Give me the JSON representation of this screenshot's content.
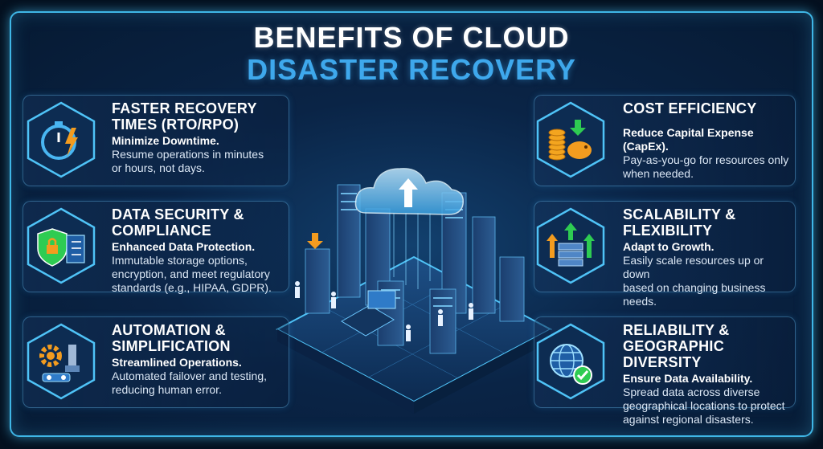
{
  "title": {
    "line1": "BENEFITS OF CLOUD",
    "line2": "DISASTER RECOVERY"
  },
  "colors": {
    "accent": "#3ea8ec",
    "border": "#3fb6e6",
    "background": "#061a33",
    "icon_orange": "#f39c1f",
    "icon_green": "#2ecc52"
  },
  "cards": [
    {
      "heading": [
        "FASTER RECOVERY",
        "TIMES (RTO/RPO)"
      ],
      "bold": "Minimize Downtime.",
      "desc": [
        "Resume operations in minutes",
        "or hours, not days."
      ],
      "icon": "stopwatch-lightning-icon"
    },
    {
      "heading": [
        "DATA SECURITY &",
        "COMPLIANCE"
      ],
      "bold": "Enhanced Data Protection.",
      "desc": [
        "Immutable storage options,",
        "encryption, and meet regulatory",
        "standards (e.g., HIPAA, GDPR)."
      ],
      "icon": "shield-lock-checklist-icon"
    },
    {
      "heading": [
        "AUTOMATION &",
        "SIMPLIFICATION"
      ],
      "bold": "Streamlined Operations.",
      "desc": [
        "Automated failover and testing,",
        "reducing human error."
      ],
      "icon": "gear-robot-arm-icon"
    },
    {
      "heading": [
        "COST EFFICIENCY"
      ],
      "bold": "Reduce Capital Expense (CapEx).",
      "desc": [
        "Pay-as-you-go for resources only",
        "when needed."
      ],
      "icon": "coins-piggy-bank-icon"
    },
    {
      "heading": [
        "SCALABILITY &",
        "FLEXIBILITY"
      ],
      "bold": "Adapt to Growth.",
      "desc": [
        "Easily scale resources up or down",
        "based on changing business needs."
      ],
      "icon": "server-arrows-up-icon"
    },
    {
      "heading": [
        "RELIABILITY &",
        "GEOGRAPHIC DIVERSITY"
      ],
      "bold": "Ensure Data Availability.",
      "desc": [
        "Spread data across diverse",
        "geographical locations to protect",
        "against regional disasters."
      ],
      "icon": "globe-checkmark-icon"
    }
  ]
}
